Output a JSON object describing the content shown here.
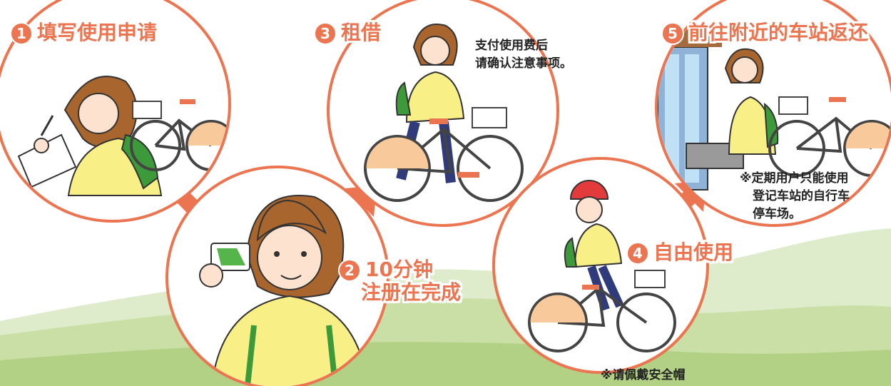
{
  "steps": [
    {
      "number": "1",
      "title": "填写使用申请"
    },
    {
      "number": "2",
      "title_line1": "10分钟",
      "title_line2": "注册在完成"
    },
    {
      "number": "3",
      "title": "租借"
    },
    {
      "number": "4",
      "title": "自由使用"
    },
    {
      "number": "5",
      "title": "前往附近的车站返还"
    }
  ],
  "notes": {
    "payment_line1": "支付使用费后",
    "payment_line2": "请确认注意事项。",
    "station_line1": "※定期用户只能使用",
    "station_line2": "登记车站的自行车",
    "station_line3": "停车场。",
    "helmet": "※请佩戴安全帽"
  },
  "colors": {
    "accent": "#ec7551",
    "hill_light": "#c9dfa6",
    "hill_dark": "#a9c97a",
    "shirt": "#f8ef86",
    "hair": "#a8662e",
    "backpack": "#3d9a3a"
  }
}
